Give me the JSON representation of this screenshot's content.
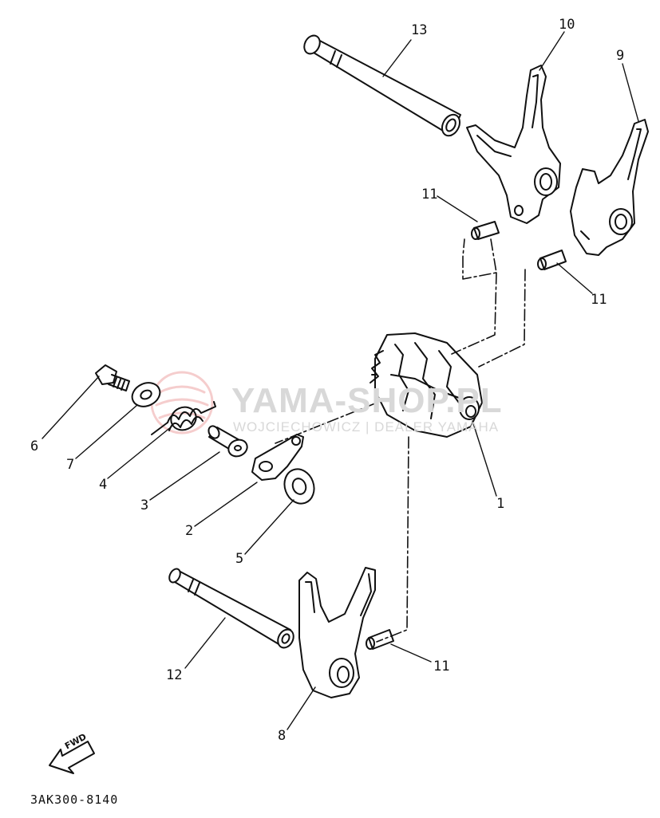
{
  "watermark": {
    "brand": "YAMA-SHOP.PL",
    "tagline": "WOJCIECHOWICZ | DEALER YAMAHA"
  },
  "drawing_code": "3AK300-8140",
  "fwd_label": "FWD",
  "callouts": [
    {
      "id": "1",
      "label": "1"
    },
    {
      "id": "2",
      "label": "2"
    },
    {
      "id": "3",
      "label": "3"
    },
    {
      "id": "4",
      "label": "4"
    },
    {
      "id": "5",
      "label": "5"
    },
    {
      "id": "6",
      "label": "6"
    },
    {
      "id": "7",
      "label": "7"
    },
    {
      "id": "8",
      "label": "8"
    },
    {
      "id": "9",
      "label": "9"
    },
    {
      "id": "10",
      "label": "10"
    },
    {
      "id": "11a",
      "label": "11"
    },
    {
      "id": "11b",
      "label": "11"
    },
    {
      "id": "11c",
      "label": "11"
    },
    {
      "id": "12",
      "label": "12"
    },
    {
      "id": "13",
      "label": "13"
    }
  ],
  "colors": {
    "line": "#111111",
    "watermark": "#d8d8d8",
    "logo": "#f2b8b8"
  }
}
